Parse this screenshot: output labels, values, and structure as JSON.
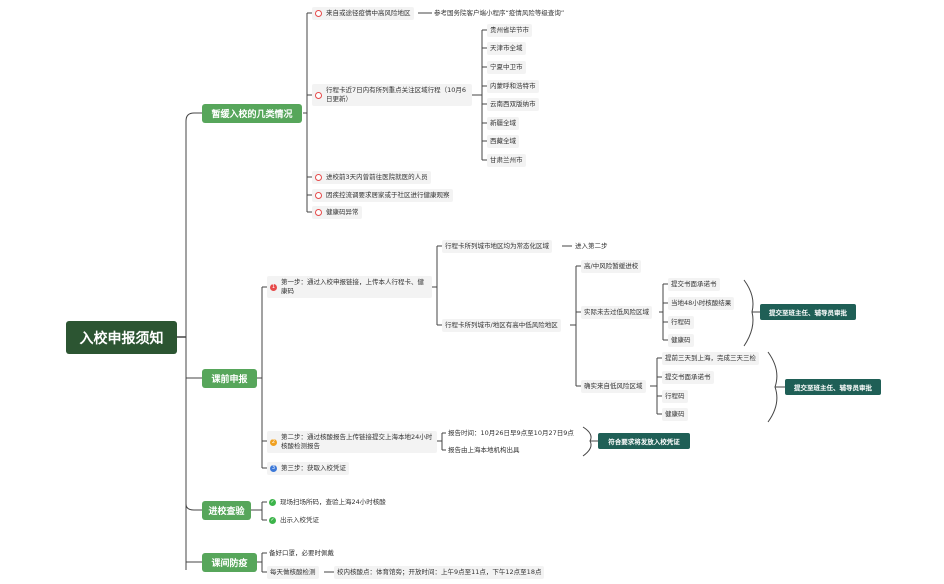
{
  "root": "入校申报须知",
  "branches": {
    "pause": {
      "title": "暂缓入校的几类情况",
      "items": [
        "来自或途径疫情中高风险地区",
        "参考国务院客户端小程序“疫情风险等级查询”",
        "行程卡近7日内有所列重点关注区域行程（10月6日更新）",
        "进校前3天内曾前往医院就医的人员",
        "因疾控流调要求居家或于社区进行健康观察",
        "健康码异常"
      ],
      "regions": [
        "贵州省毕节市",
        "天津市全域",
        "宁夏中卫市",
        "内蒙呼和浩特市",
        "云南西双版纳市",
        "新疆全域",
        "西藏全域",
        "甘肃兰州市"
      ]
    },
    "declare": {
      "title": "课前申报",
      "step1": "第一步：通过入校申报链接，上传本人行程卡、健康码",
      "step1a": "行程卡所列城市地区均为常态化区域",
      "step1a_next": "进入第二步",
      "step1b": "行程卡所列城市/地区有高中低风险地区",
      "high_mid": "高/中风险暂缓进校",
      "visited": "实际未去过低风险区域",
      "visited_items": [
        "提交书面承诺书",
        "当地48小时核酸结果",
        "行程码",
        "健康码"
      ],
      "from_low": "确实来自低风险区域",
      "from_low_items": [
        "提前三天到上海，完成三天三检",
        "提交书面承诺书",
        "行程码",
        "健康码"
      ],
      "summary": "提交至班主任、辅导员审批",
      "step2": "第二步：通过核酸报告上传链接提交上海本地24小时核酸检测报告",
      "step2_items": [
        "报告时间：10月26日早9点至10月27日9点",
        "报告由上海本地机构出具"
      ],
      "step2_summary": "符合要求将发放入校凭证",
      "step3": "第三步：获取入校凭证"
    },
    "enter": {
      "title": "进校查验",
      "items": [
        "现场扫场所码，查验上海24小时核酸",
        "出示入校凭证"
      ]
    },
    "prevent": {
      "title": "课间防疫",
      "items": [
        "备好口罩，必要时佩戴",
        "每天做核酸检测",
        "校内核酸点：体育馆旁；开放时间：上午9点至11点，下午12点至18点"
      ]
    }
  },
  "colors": {
    "root": "#2c5532",
    "branch": "#57a65b",
    "summary": "#1f5f56",
    "line": "#333333"
  }
}
